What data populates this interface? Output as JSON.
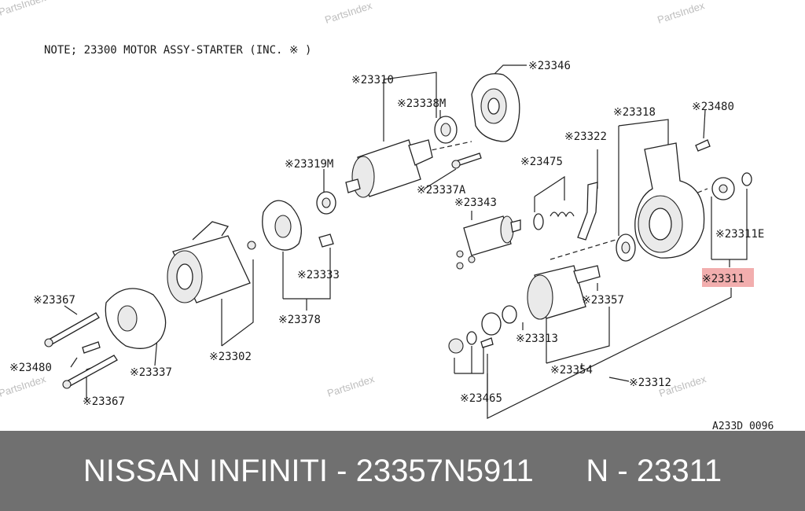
{
  "note": "NOTE;  23300  MOTOR ASSY-STARTER (INC. ※ )",
  "watermark": "PartsIndex",
  "figure_code": "A233D 0096",
  "highlight_color": "#f0a0a0",
  "labels": {
    "l23310": "※23310",
    "l23346": "※23346",
    "l23338M": "※23338M",
    "l23318": "※23318",
    "l23480a": "※23480",
    "l23322": "※23322",
    "l23319M": "※23319M",
    "l23475": "※23475",
    "l23337A": "※23337A",
    "l23343": "※23343",
    "l23311E": "※23311E",
    "l23311": "※23311",
    "l23333": "※23333",
    "l23357": "※23357",
    "l23367a": "※23367",
    "l23378": "※23378",
    "l23313": "※23313",
    "l23480b": "※23480",
    "l23302": "※23302",
    "l23337": "※23337",
    "l23354": "※23354",
    "l23312": "※23312",
    "l23367b": "※23367",
    "l23465": "※23465"
  },
  "footer": {
    "part_line": "NISSAN INFINITI - 23357N5911      N - 23311"
  }
}
